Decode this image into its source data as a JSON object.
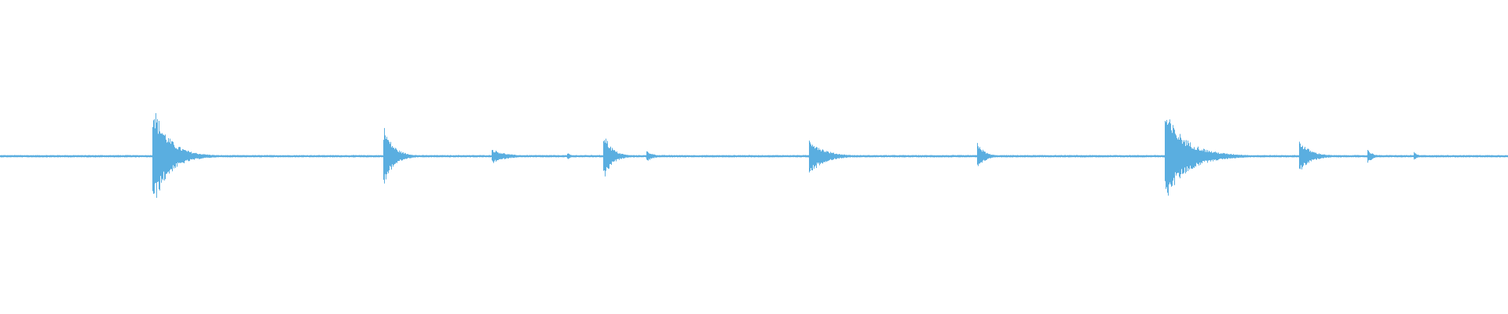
{
  "waveform": {
    "color": "#5aaee0",
    "background": "#ffffff",
    "duration_fraction_events": [
      {
        "t": 0.1017,
        "amp": 0.82,
        "decay": 0.01
      },
      {
        "t": 0.2547,
        "amp": 0.46,
        "decay": 0.006
      },
      {
        "t": 0.3266,
        "amp": 0.11,
        "decay": 0.008
      },
      {
        "t": 0.3767,
        "amp": 0.04,
        "decay": 0.002
      },
      {
        "t": 0.4005,
        "amp": 0.38,
        "decay": 0.005
      },
      {
        "t": 0.429,
        "amp": 0.08,
        "decay": 0.004
      },
      {
        "t": 0.5369,
        "amp": 0.29,
        "decay": 0.009
      },
      {
        "t": 0.6484,
        "amp": 0.22,
        "decay": 0.004
      },
      {
        "t": 0.773,
        "amp": 0.7,
        "decay": 0.014
      },
      {
        "t": 0.8618,
        "amp": 0.25,
        "decay": 0.007
      },
      {
        "t": 0.9072,
        "amp": 0.1,
        "decay": 0.003
      },
      {
        "t": 0.9378,
        "amp": 0.06,
        "decay": 0.002
      }
    ],
    "noise_level": 0.012
  }
}
